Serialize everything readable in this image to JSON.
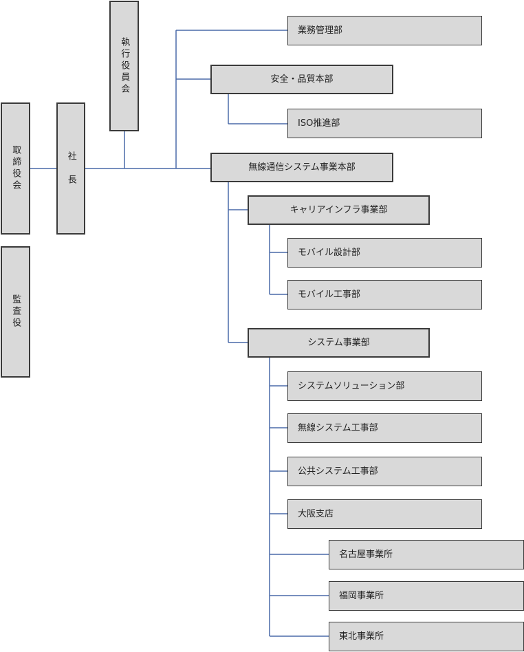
{
  "line_color": "#4a6aa8",
  "org": {
    "board": "取締役会",
    "auditor": "監査役",
    "president": "社　長",
    "executive_committee": "執行役員会",
    "business_management": "業務管理部",
    "safety_quality": "安全・品質本部",
    "iso": "ISO推進部",
    "wireless_hq": "無線通信システム事業本部",
    "carrier_infra": "キャリアインフラ事業部",
    "mobile_design": "モバイル設計部",
    "mobile_construction": "モバイル工事部",
    "system_division": "システム事業部",
    "system_solution": "システムソリューション部",
    "wireless_system_construction": "無線システム工事部",
    "public_system_construction": "公共システム工事部",
    "osaka_branch": "大阪支店",
    "nagoya_office": "名古屋事業所",
    "fukuoka_office": "福岡事業所",
    "tohoku_office": "東北事業所"
  }
}
